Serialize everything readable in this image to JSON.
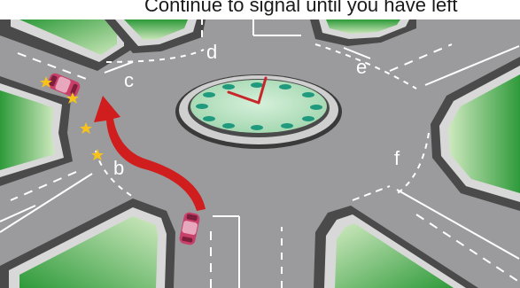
{
  "caption": "Continue to signal until you have left",
  "exit_labels": {
    "b": "b",
    "c": "c",
    "d": "d",
    "e": "e",
    "f": "f"
  },
  "colors": {
    "road": "#9a9a9c",
    "kerb_outer": "#4a4a4a",
    "kerb_inner": "#d9d9d9",
    "grass_light": "#c9e6b8",
    "grass_dark": "#2e9a3a",
    "arrow": "#d01e1e",
    "car": "#c8406a",
    "clock_face": "#bfe3c7",
    "clock_dot": "#1f9a7e",
    "clock_hand": "#c8262a",
    "indicator": "#f7c21a"
  },
  "icons": {
    "clock": "clock-icon",
    "car": "car-icon",
    "indicator": "indicator-flash-icon",
    "arrow": "curved-arrow-icon"
  }
}
